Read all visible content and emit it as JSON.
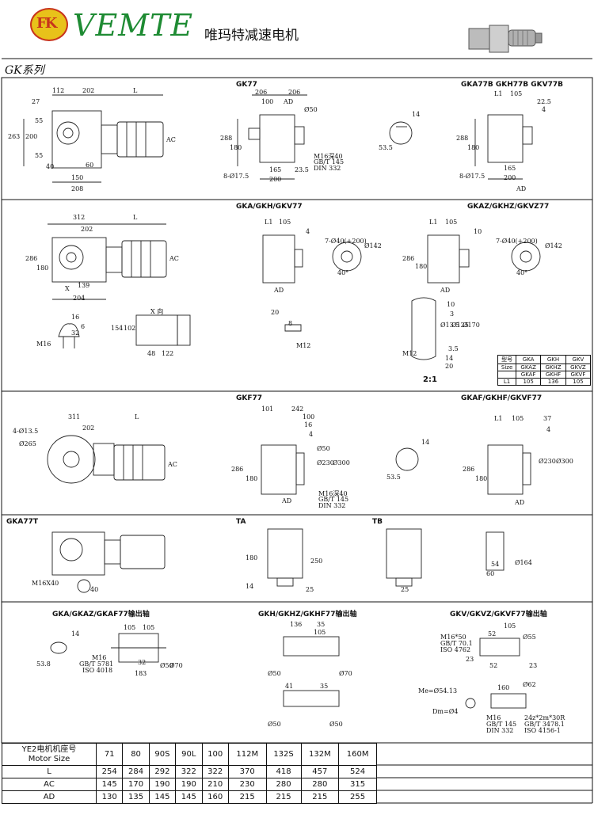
{
  "header": {
    "logo_text": "FK",
    "brand": "VEMTE",
    "brand_cn": "唯玛特减速电机",
    "series": "GK系列"
  },
  "sections": {
    "s1": {
      "gk77": "GK77",
      "gka77b": "GKA77B  GKH77B  GKV77B"
    },
    "s2": {
      "gka": "GKA/GKH/GKV77",
      "gkaz": "GKAZ/GKHZ/GKVZ77",
      "xview": "X 向",
      "ratio": "2:1"
    },
    "s3": {
      "gkf": "GKF77",
      "gkaf": "GKAF/GKHF/GKVF77"
    },
    "s4": {
      "gka77t": "GKA77T",
      "ta": "TA",
      "tb": "TB"
    },
    "s5": {
      "shaft1": "GKA/GKAZ/GKAF77输出轴",
      "shaft2": "GKH/GKHZ/GKHF77输出轴",
      "shaft3": "GKV/GKVZ/GKVF77输出轴"
    }
  },
  "dims": {
    "s1a": [
      "112",
      "202",
      "L",
      "27",
      "263",
      "200",
      "55",
      "55",
      "40",
      "60",
      "150",
      "208",
      "AC"
    ],
    "s1b": [
      "GK77",
      "206",
      "206",
      "100",
      "AD",
      "Ø50",
      "288",
      "180",
      "M16深40",
      "GB/T 145",
      "DIN 332",
      "165",
      "23.5",
      "200",
      "8-Ø17.5"
    ],
    "s1c": [
      "14",
      "53.5"
    ],
    "s1d": [
      "L1",
      "105",
      "22.5",
      "4",
      "288",
      "180",
      "165",
      "200",
      "AD",
      "8-Ø17.5"
    ],
    "s2a": [
      "312",
      "L",
      "202",
      "286",
      "180",
      "139",
      "204",
      "X",
      "AC"
    ],
    "s2b": [
      "L1",
      "105",
      "4",
      "7-Ø40(+200)",
      "Ø142",
      "40°",
      "AD"
    ],
    "s2c": [
      "L1",
      "105",
      "10",
      "7-Ø40(+200)",
      "Ø142",
      "40°",
      "286",
      "180",
      "AD"
    ],
    "s2d": [
      "16",
      "6",
      "32",
      "M16",
      "154",
      "102",
      "48",
      "122"
    ],
    "s2e": [
      "20",
      "8",
      "M12"
    ],
    "s2f": [
      "10",
      "3",
      "Ø13.5",
      "Ø125",
      "Ø170",
      "3.5",
      "14",
      "20",
      "M12"
    ],
    "s3a": [
      "4-Ø13.5",
      "Ø265",
      "311",
      "202",
      "L",
      "AC"
    ],
    "s3b": [
      "101",
      "242",
      "100",
      "4",
      "16",
      "Ø50",
      "Ø230",
      "Ø300",
      "286",
      "180",
      "M16深40",
      "GB/T 145",
      "DIN 332",
      "AD"
    ],
    "s3c": [
      "14",
      "53.5"
    ],
    "s3d": [
      "L1",
      "105",
      "37",
      "4",
      "Ø230",
      "Ø300",
      "286",
      "180",
      "AD"
    ],
    "s4a": [
      "M16X40",
      "40"
    ],
    "s4b": [
      "180",
      "250",
      "14",
      "25"
    ],
    "s4c": [
      "25"
    ],
    "s4d": [
      "54",
      "60",
      "Ø164"
    ],
    "s5a": [
      "14",
      "53.8",
      "105",
      "105",
      "M16",
      "GB/T 5781",
      "ISO 4018",
      "32",
      "183",
      "Ø50",
      "Ø70"
    ],
    "s5b": [
      "136",
      "105",
      "35",
      "Ø50",
      "Ø70",
      "41",
      "35",
      "Ø50",
      "Ø50"
    ],
    "s5c": [
      "M16*50",
      "GB/T 70.1",
      "ISO 4762",
      "52",
      "105",
      "Ø55",
      "23",
      "52",
      "23",
      "Me=Ø54.13",
      "160",
      "Ø62",
      "Dm=Ø4",
      "M16",
      "GB/T 145",
      "DIN 332",
      "24z*2m*30R",
      "GB/T 3478.1",
      "ISO 4156-1"
    ]
  },
  "size_table": {
    "headers": [
      [
        "型号",
        "GKA",
        "GKH",
        "GKV"
      ],
      [
        "Size",
        "GKAZ",
        "GKHZ",
        "GKVZ"
      ],
      [
        "",
        "GKAF",
        "GKHF",
        "GKVF"
      ]
    ],
    "l1_label": "L1",
    "l1": [
      "105",
      "136",
      "105"
    ]
  },
  "motor_table": {
    "header_cn": "YE2电机机座号",
    "header_en": "Motor Size",
    "sizes": [
      "71",
      "80",
      "90S",
      "90L",
      "100",
      "112M",
      "132S",
      "132M",
      "160M"
    ],
    "rows": [
      {
        "label": "L",
        "values": [
          "254",
          "284",
          "292",
          "322",
          "322",
          "370",
          "418",
          "457",
          "524"
        ]
      },
      {
        "label": "AC",
        "values": [
          "145",
          "170",
          "190",
          "190",
          "210",
          "230",
          "280",
          "280",
          "315"
        ]
      },
      {
        "label": "AD",
        "values": [
          "130",
          "135",
          "145",
          "145",
          "160",
          "215",
          "215",
          "215",
          "255"
        ]
      }
    ]
  }
}
